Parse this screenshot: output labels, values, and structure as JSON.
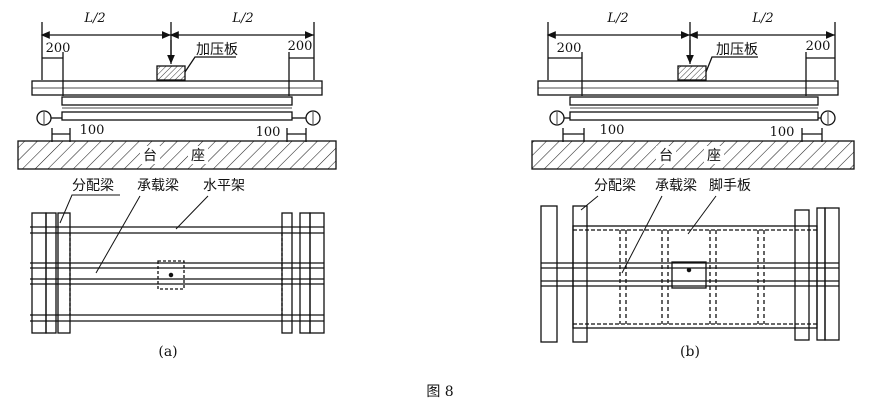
{
  "figure": {
    "caption": "图 8",
    "panel_a": {
      "tag": "(a)",
      "half_span_left": "L/2",
      "half_span_right": "L/2",
      "dim_top_left": "200",
      "dim_top_right": "200",
      "dim_bottom_left": "100",
      "dim_bottom_right": "100",
      "load_plate": "加压板",
      "base_char_1": "台",
      "base_char_2": "座",
      "label_distribution_beam": "分配梁",
      "label_bearing_beam": "承载梁",
      "label_horizontal_frame": "水平架"
    },
    "panel_b": {
      "tag": "(b)",
      "half_span_left": "L/2",
      "half_span_right": "L/2",
      "dim_top_left": "200",
      "dim_top_right": "200",
      "dim_bottom_left": "100",
      "dim_bottom_right": "100",
      "load_plate": "加压板",
      "base_char_1": "台",
      "base_char_2": "座",
      "label_distribution_beam": "分配梁",
      "label_bearing_beam": "承载梁",
      "label_scaffold_board": "脚手板"
    }
  }
}
